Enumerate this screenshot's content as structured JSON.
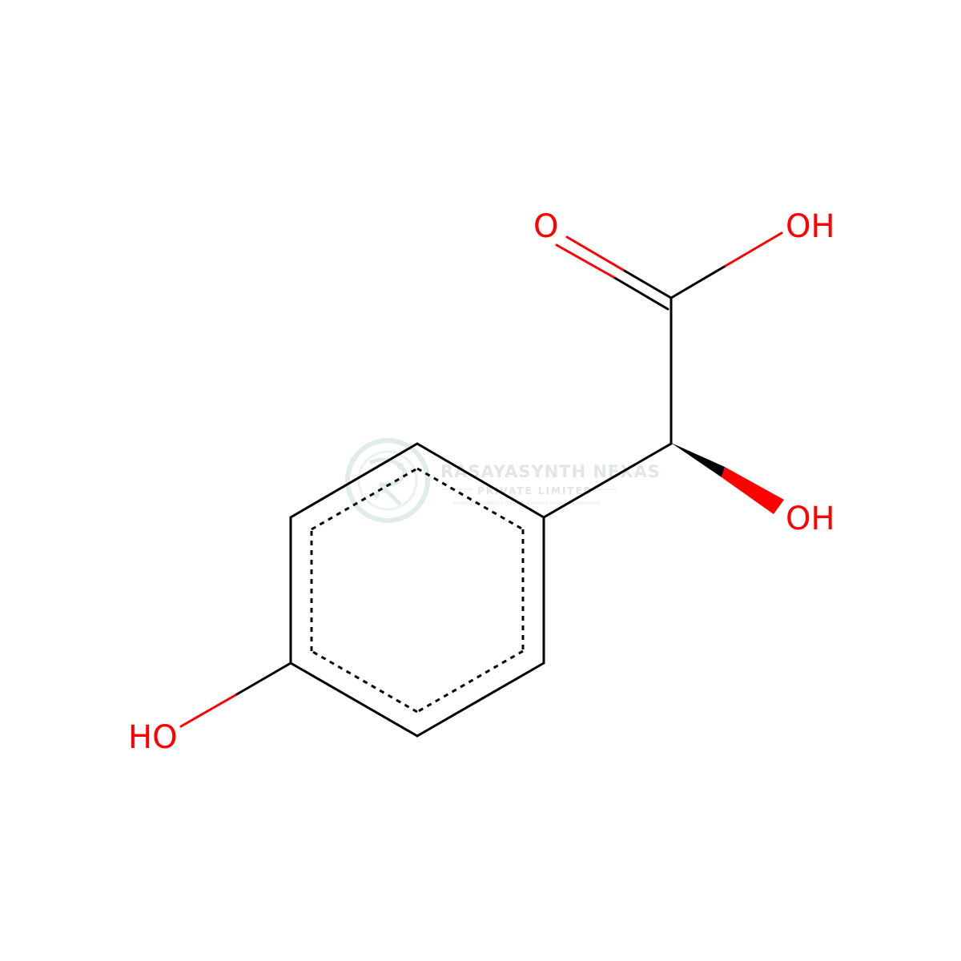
{
  "molecule": {
    "atoms": {
      "carbonyl_o": "O",
      "acid_oh": "OH",
      "alpha_oh": "OH",
      "phenol_oh": "HO"
    }
  },
  "watermark": {
    "company": "RASAYASYNTH NEXAS",
    "company_suffix": "PRIVATE LIMITED",
    "tagline": "Enabling possibilities through discovery molecules chemistry"
  },
  "colors": {
    "bond": "#000000",
    "heteroatom": "#ff0000",
    "watermark": "#c8ddd0"
  }
}
